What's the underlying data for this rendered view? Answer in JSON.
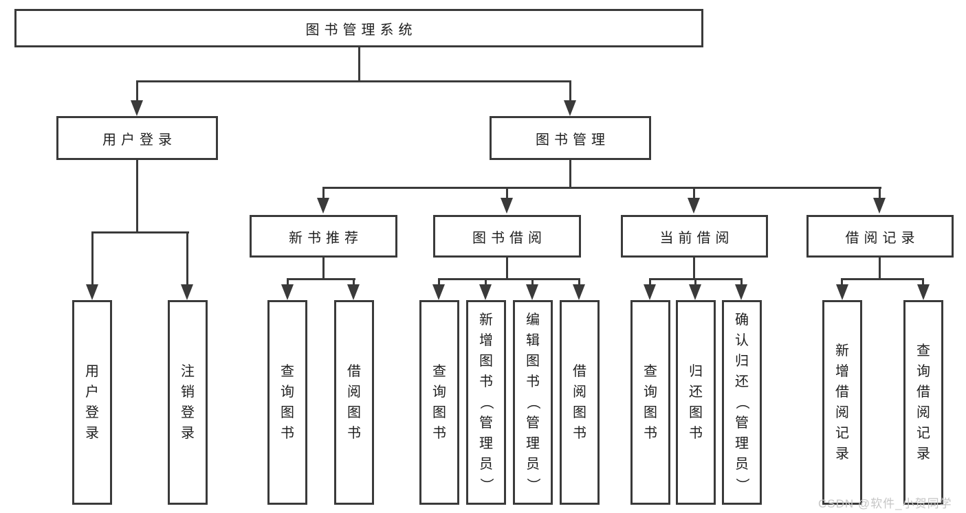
{
  "diagram": {
    "root": {
      "label": "图书管理系统"
    },
    "level1": [
      {
        "label": "用户登录"
      },
      {
        "label": "图书管理"
      }
    ],
    "level2": [
      {
        "label": "新书推荐"
      },
      {
        "label": "图书借阅"
      },
      {
        "label": "当前借阅"
      },
      {
        "label": "借阅记录"
      }
    ],
    "leaves": [
      {
        "parent": "用户登录",
        "label": "用户登录"
      },
      {
        "parent": "用户登录",
        "label": "注销登录"
      },
      {
        "parent": "新书推荐",
        "label": "查询图书"
      },
      {
        "parent": "新书推荐",
        "label": "借阅图书"
      },
      {
        "parent": "图书借阅",
        "label": "查询图书"
      },
      {
        "parent": "图书借阅",
        "label": "新增图书（管理员）"
      },
      {
        "parent": "图书借阅",
        "label": "编辑图书（管理员）"
      },
      {
        "parent": "图书借阅",
        "label": "借阅图书"
      },
      {
        "parent": "当前借阅",
        "label": "查询图书"
      },
      {
        "parent": "当前借阅",
        "label": "归还图书"
      },
      {
        "parent": "当前借阅",
        "label": "确认归还（管理员）"
      },
      {
        "parent": "借阅记录",
        "label": "新增借阅记录"
      },
      {
        "parent": "借阅记录",
        "label": "查询借阅记录"
      }
    ],
    "watermark": "CSDN @软件_小贺同学",
    "colors": {
      "line": "#3a3a3a",
      "text": "#1e1e1e",
      "watermark": "#c6c6c6",
      "background": "#ffffff"
    }
  }
}
